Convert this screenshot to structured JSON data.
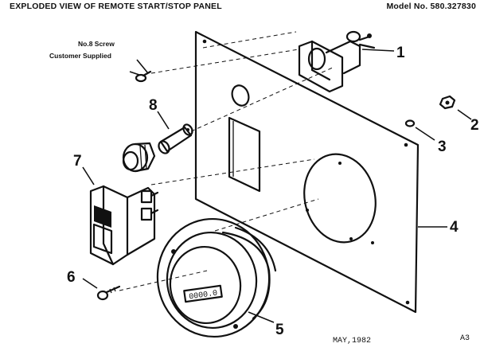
{
  "header": {
    "title": "EXPLODED VIEW OF REMOTE START/STOP PANEL",
    "model": "Model No. 580.327830"
  },
  "note": {
    "line1": "No.8 Screw",
    "line2": "Customer Supplied"
  },
  "callouts": [
    "1",
    "2",
    "3",
    "4",
    "5",
    "6",
    "7",
    "8"
  ],
  "footer": {
    "date": "MAY,1982",
    "code": "A3"
  },
  "hourmeter_label": "0000.0"
}
